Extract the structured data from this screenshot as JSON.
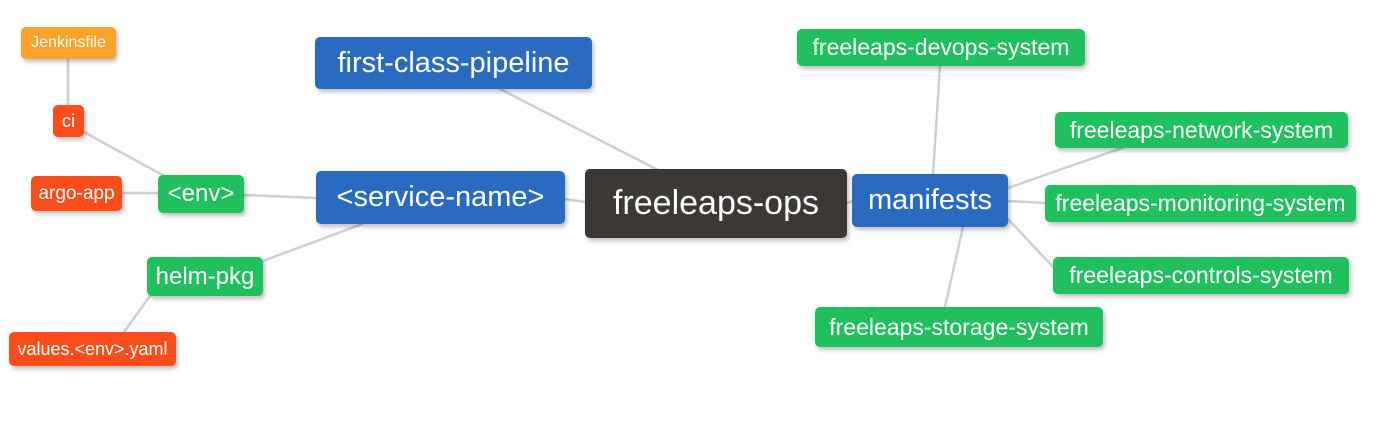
{
  "diagram": {
    "type": "mindmap",
    "background": "#ffffff",
    "edge_color": "#cfcfcf",
    "palette": {
      "root_dark": "#3b3836",
      "primary_blue": "#2a6bc2",
      "green": "#21c05f",
      "red_orange": "#f94e1b",
      "orange": "#f8a32b",
      "node_text": "#ffffff"
    },
    "nodes": {
      "freeleaps_ops": {
        "label": "freeleaps-ops",
        "color": "#3b3836"
      },
      "first_class_pipeline": {
        "label": "first-class-pipeline",
        "color": "#2a6bc2"
      },
      "service_name": {
        "label": "<service-name>",
        "color": "#2a6bc2"
      },
      "manifests": {
        "label": "manifests",
        "color": "#2a6bc2"
      },
      "env": {
        "label": "<env>",
        "color": "#21c05f"
      },
      "helm_pkg": {
        "label": "helm-pkg",
        "color": "#21c05f"
      },
      "jenkinsfile": {
        "label": "Jenkinsfile",
        "color": "#f8a32b"
      },
      "ci": {
        "label": "ci",
        "color": "#f94e1b"
      },
      "argo_app": {
        "label": "argo-app",
        "color": "#f94e1b"
      },
      "values_env_yaml": {
        "label": "values.<env>.yaml",
        "color": "#f94e1b"
      },
      "devops_system": {
        "label": "freeleaps-devops-system",
        "color": "#21c05f"
      },
      "network_system": {
        "label": "freeleaps-network-system",
        "color": "#21c05f"
      },
      "monitoring_system": {
        "label": "freeleaps-monitoring-system",
        "color": "#21c05f"
      },
      "controls_system": {
        "label": "freeleaps-controls-system",
        "color": "#21c05f"
      },
      "storage_system": {
        "label": "freeleaps-storage-system",
        "color": "#21c05f"
      }
    },
    "edges": [
      {
        "from": "jenkinsfile",
        "to": "ci"
      },
      {
        "from": "ci",
        "to": "env"
      },
      {
        "from": "argo_app",
        "to": "env"
      },
      {
        "from": "env",
        "to": "service_name"
      },
      {
        "from": "helm_pkg",
        "to": "service_name"
      },
      {
        "from": "values_env_yaml",
        "to": "helm_pkg"
      },
      {
        "from": "service_name",
        "to": "freeleaps_ops"
      },
      {
        "from": "first_class_pipeline",
        "to": "freeleaps_ops"
      },
      {
        "from": "freeleaps_ops",
        "to": "manifests"
      },
      {
        "from": "manifests",
        "to": "devops_system"
      },
      {
        "from": "manifests",
        "to": "network_system"
      },
      {
        "from": "manifests",
        "to": "monitoring_system"
      },
      {
        "from": "manifests",
        "to": "controls_system"
      },
      {
        "from": "manifests",
        "to": "storage_system"
      }
    ]
  }
}
